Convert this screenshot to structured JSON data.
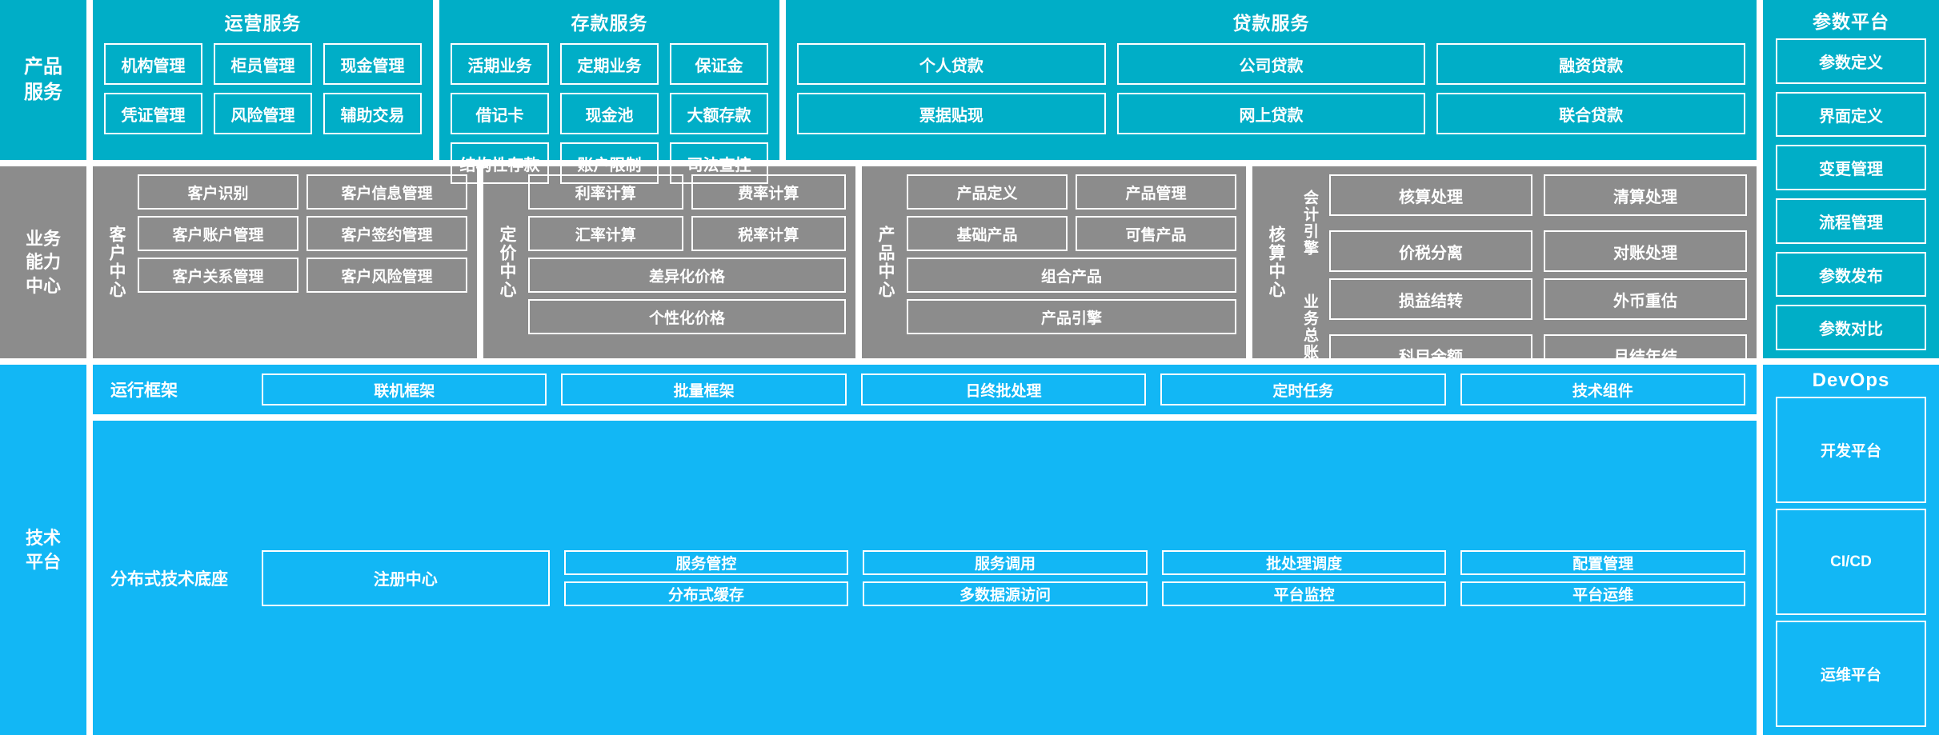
{
  "diagram": {
    "colors": {
      "teal": "#00aec7",
      "gray": "#8c8c8c",
      "blue": "#12b7f5",
      "box_border": "#ffffff",
      "text": "#ffffff",
      "background": "#ffffff"
    }
  },
  "rows": {
    "product": {
      "side_label": "产品\n服务",
      "side_label_line1": "产品",
      "side_label_line2": "服务",
      "groups": {
        "operation": {
          "title": "运营服务",
          "rows": [
            [
              "机构管理",
              "柜员管理",
              "现金管理"
            ],
            [
              "凭证管理",
              "风险管理",
              "辅助交易"
            ]
          ]
        },
        "deposit": {
          "title": "存款服务",
          "rows": [
            [
              "活期业务",
              "定期业务",
              "保证金"
            ],
            [
              "借记卡",
              "现金池",
              "大额存款"
            ],
            [
              "结构性存款",
              "账户限制",
              "司法查控"
            ]
          ]
        },
        "loan": {
          "title": "贷款服务",
          "rows": [
            [
              "个人贷款",
              "公司贷款",
              "融资贷款"
            ],
            [
              "票据贴现",
              "网上贷款",
              "联合贷款"
            ]
          ]
        }
      }
    },
    "capability": {
      "side_label_line1": "业务",
      "side_label_line2": "能力",
      "side_label_line3": "中心",
      "centers": {
        "customer": {
          "label": "客户中心",
          "rows": [
            [
              "客户识别",
              "客户信息管理"
            ],
            [
              "客户账户管理",
              "客户签约管理"
            ],
            [
              "客户关系管理",
              "客户风险管理"
            ]
          ]
        },
        "pricing": {
          "label": "定价中心",
          "rows": [
            [
              "利率计算",
              "费率计算"
            ],
            [
              "汇率计算",
              "税率计算"
            ],
            [
              "差异化价格"
            ],
            [
              "个性化价格"
            ]
          ]
        },
        "product": {
          "label": "产品中心",
          "rows": [
            [
              "产品定义",
              "产品管理"
            ],
            [
              "基础产品",
              "可售产品"
            ],
            [
              "组合产品"
            ],
            [
              "产品引擎"
            ]
          ]
        },
        "accounting": {
          "label": "核算中心",
          "sub_groups": [
            {
              "label": "会计引擎",
              "rows": [
                [
                  "核算处理",
                  "清算处理"
                ],
                [
                  "价税分离",
                  "对账处理"
                ]
              ]
            },
            {
              "label": "业务总账",
              "rows": [
                [
                  "损益结转",
                  "外币重估"
                ],
                [
                  "科目余额",
                  "月结年结"
                ]
              ]
            }
          ]
        }
      }
    },
    "tech": {
      "side_label_line1": "技术",
      "side_label_line2": "平台",
      "runtime": {
        "label": "运行框架",
        "cells": [
          "联机框架",
          "批量框架",
          "日终批处理",
          "定时任务",
          "技术组件"
        ]
      },
      "base": {
        "label": "分布式技术底座",
        "wide_cell": "注册中心",
        "columns": [
          [
            "服务管控",
            "分布式缓存"
          ],
          [
            "服务调用",
            "多数据源访问"
          ],
          [
            "批处理调度",
            "平台监控"
          ],
          [
            "配置管理",
            "平台运维"
          ]
        ]
      }
    }
  },
  "rails": {
    "param_platform": {
      "title": "参数平台",
      "items": [
        "参数定义",
        "界面定义",
        "变更管理",
        "流程管理",
        "参数发布",
        "参数对比"
      ]
    },
    "devops": {
      "title": "DevOps",
      "items": [
        "开发平台",
        "CI/CD",
        "运维平台"
      ]
    }
  }
}
